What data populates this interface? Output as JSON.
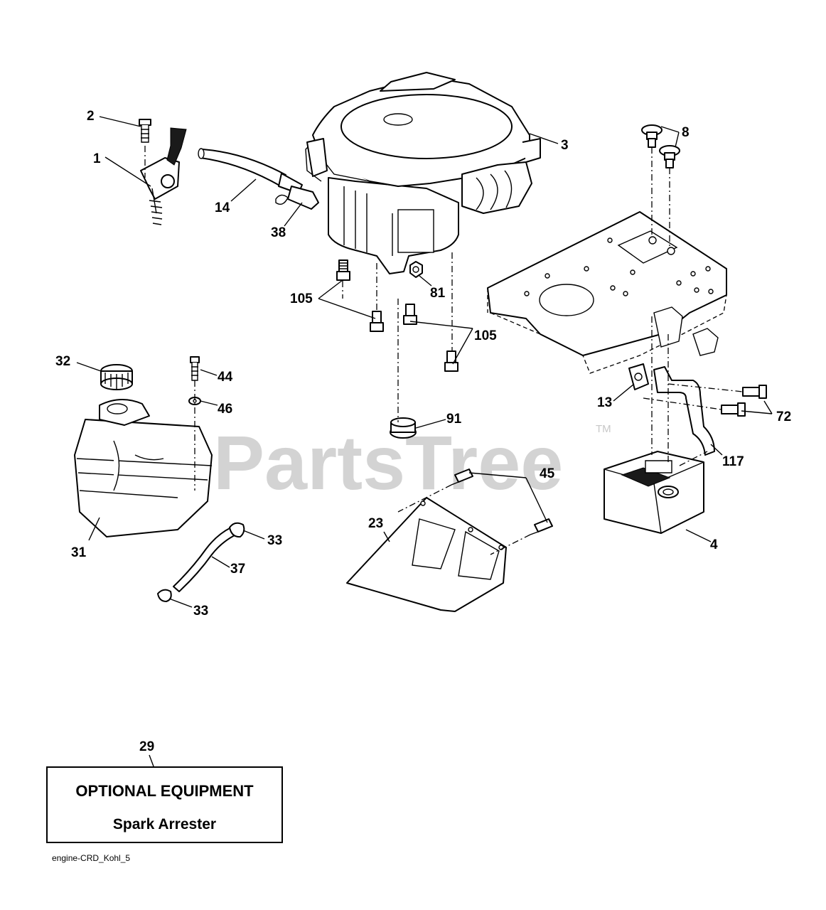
{
  "watermark": {
    "text": "PartsTree",
    "tm": "TM"
  },
  "callouts": {
    "c1": "1",
    "c2": "2",
    "c3": "3",
    "c4": "4",
    "c8": "8",
    "c13": "13",
    "c14": "14",
    "c23": "23",
    "c29": "29",
    "c31": "31",
    "c32": "32",
    "c33a": "33",
    "c33b": "33",
    "c37": "37",
    "c38": "38",
    "c44": "44",
    "c45": "45",
    "c46": "46",
    "c72": "72",
    "c81": "81",
    "c91": "91",
    "c105a": "105",
    "c105b": "105",
    "c117": "117"
  },
  "optional_box": {
    "title": "OPTIONAL EQUIPMENT",
    "subtitle": "Spark Arrester"
  },
  "footer": {
    "code": "engine-CRD_Kohl_5"
  }
}
